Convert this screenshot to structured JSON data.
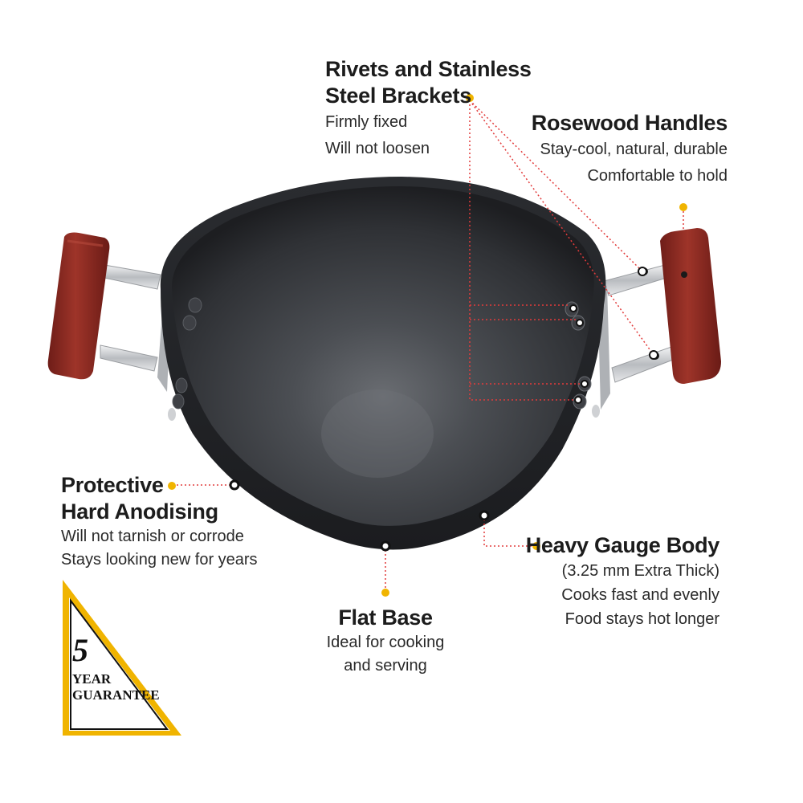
{
  "callouts": {
    "rivets": {
      "title_line1": "Rivets and Stainless",
      "title_line2": "Steel Brackets",
      "line1": "Firmly fixed",
      "line2": "Will not loosen"
    },
    "handles": {
      "title": "Rosewood Handles",
      "line1": "Stay-cool, natural, durable",
      "line2": "Comfortable to hold"
    },
    "anodising": {
      "title_line1": "Protective",
      "title_line2": "Hard Anodising",
      "line1": "Will not tarnish or corrode",
      "line2": "Stays looking new for years"
    },
    "gauge": {
      "title": "Heavy Gauge Body",
      "line1": "(3.25 mm Extra Thick)",
      "line2": "Cooks fast and evenly",
      "line3": "Food stays hot longer"
    },
    "base": {
      "title": "Flat Base",
      "line1": "Ideal for cooking",
      "line2": "and serving"
    }
  },
  "badge": {
    "number": "5",
    "line1": "YEAR",
    "line2": "GUARANTEE"
  },
  "colors": {
    "accent": "#f0b400",
    "leader": "#e23b3b",
    "wok": "#2b2d31",
    "wood": "#8e2a22",
    "steel": "#c9cbce"
  }
}
